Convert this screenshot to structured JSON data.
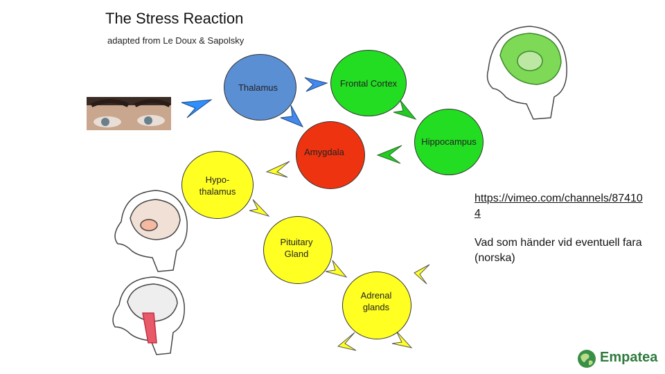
{
  "title": "The Stress Reaction",
  "subtitle": "adapted from Le Doux & Sapolsky",
  "nodes": {
    "thalamus": {
      "label": "Thalamus",
      "color": "#5b8fd4"
    },
    "frontal_cortex": {
      "label": "Frontal Cortex",
      "color": "#22dd22"
    },
    "hippocampus": {
      "label": "Hippocampus",
      "color": "#22dd22"
    },
    "amygdala": {
      "label": "Amygdala",
      "color": "#ee3311"
    },
    "hypothalamus": {
      "label": "Hypo-\nthalamus",
      "color": "#ffff22"
    },
    "pituitary": {
      "label": "Pituitary\nGland",
      "color": "#ffff22"
    },
    "adrenal": {
      "label": "Adrenal\nglands",
      "color": "#ffff22"
    }
  },
  "link": "https://vimeo.com/channels/874104",
  "note": "Vad som händer vid eventuell fara (norska)",
  "logo": {
    "text": "Empatea",
    "color": "#2f7a3d"
  }
}
